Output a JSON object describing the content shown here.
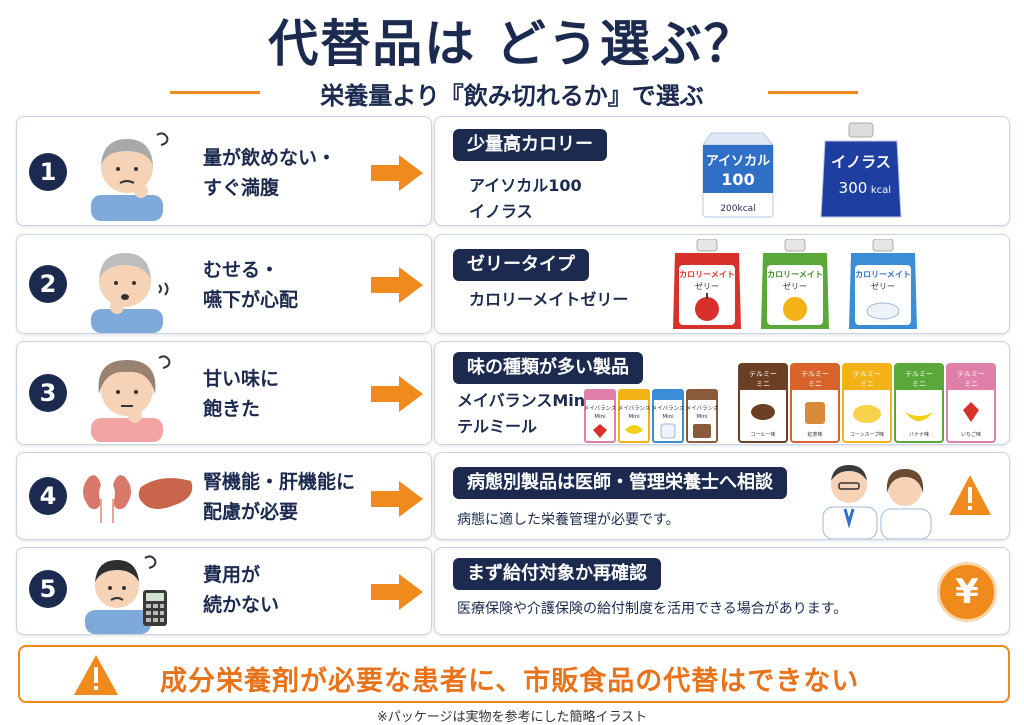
{
  "title": "代替品は どう選ぶ？",
  "subtitle": "栄養量より『飲み切れるか』で選ぶ",
  "rows": [
    {
      "num": "1",
      "problem_line1": "量が飲めない・",
      "problem_line2": "すぐ満腹",
      "solution": "少量高カロリー",
      "desc_line1": "アイソカル100",
      "desc_line2": "イノラス",
      "pkg1": {
        "brand": "アイソカル",
        "value": "100",
        "unit": "200kcal"
      },
      "pkg2": {
        "brand": "イノラス",
        "value": "300",
        "unit": "kcal"
      }
    },
    {
      "num": "2",
      "problem_line1": "むせる・",
      "problem_line2": "嚥下が心配",
      "solution": "ゼリータイプ",
      "desc_line1": "カロリーメイトゼリー",
      "jelly_label": "カロリーメイト",
      "jelly_sub": "ゼリー"
    },
    {
      "num": "3",
      "problem_line1": "甘い味に",
      "problem_line2": "飽きた",
      "solution": "味の種類が多い製品",
      "desc_line1": "メイバランスMini",
      "desc_line2": "テルミール",
      "mb_label": "メイバランス",
      "mb_sub": "Mini",
      "tm_label": "テルミー",
      "tm_sub": "ミニ",
      "tm_flavors": [
        "コーヒー味",
        "紅茶味",
        "コーンスープ味",
        "バナナ味",
        "いちご味"
      ]
    },
    {
      "num": "4",
      "problem_line1": "腎機能・肝機能に",
      "problem_line2": "配慮が必要",
      "solution": "病態別製品は医師・管理栄養士へ相談",
      "desc_line1": "病態に適した栄養管理が必要です。"
    },
    {
      "num": "5",
      "problem_line1": "費用が",
      "problem_line2": "続かない",
      "solution": "まず給付対象か再確認",
      "desc_line1": "医療保険や介護保険の給付制度を活用できる場合があります。",
      "yen": "¥"
    }
  ],
  "warning": "成分栄養剤が必要な患者に、市販食品の代替はできない",
  "warning_icon": "!",
  "footnote": "※パッケージは実物を参考にした簡略イラスト",
  "colors": {
    "navy": "#1b2a4e",
    "orange": "#f08a1c",
    "red": "#e04a3a",
    "green": "#5aa83a",
    "blue": "#2f6fc6"
  }
}
